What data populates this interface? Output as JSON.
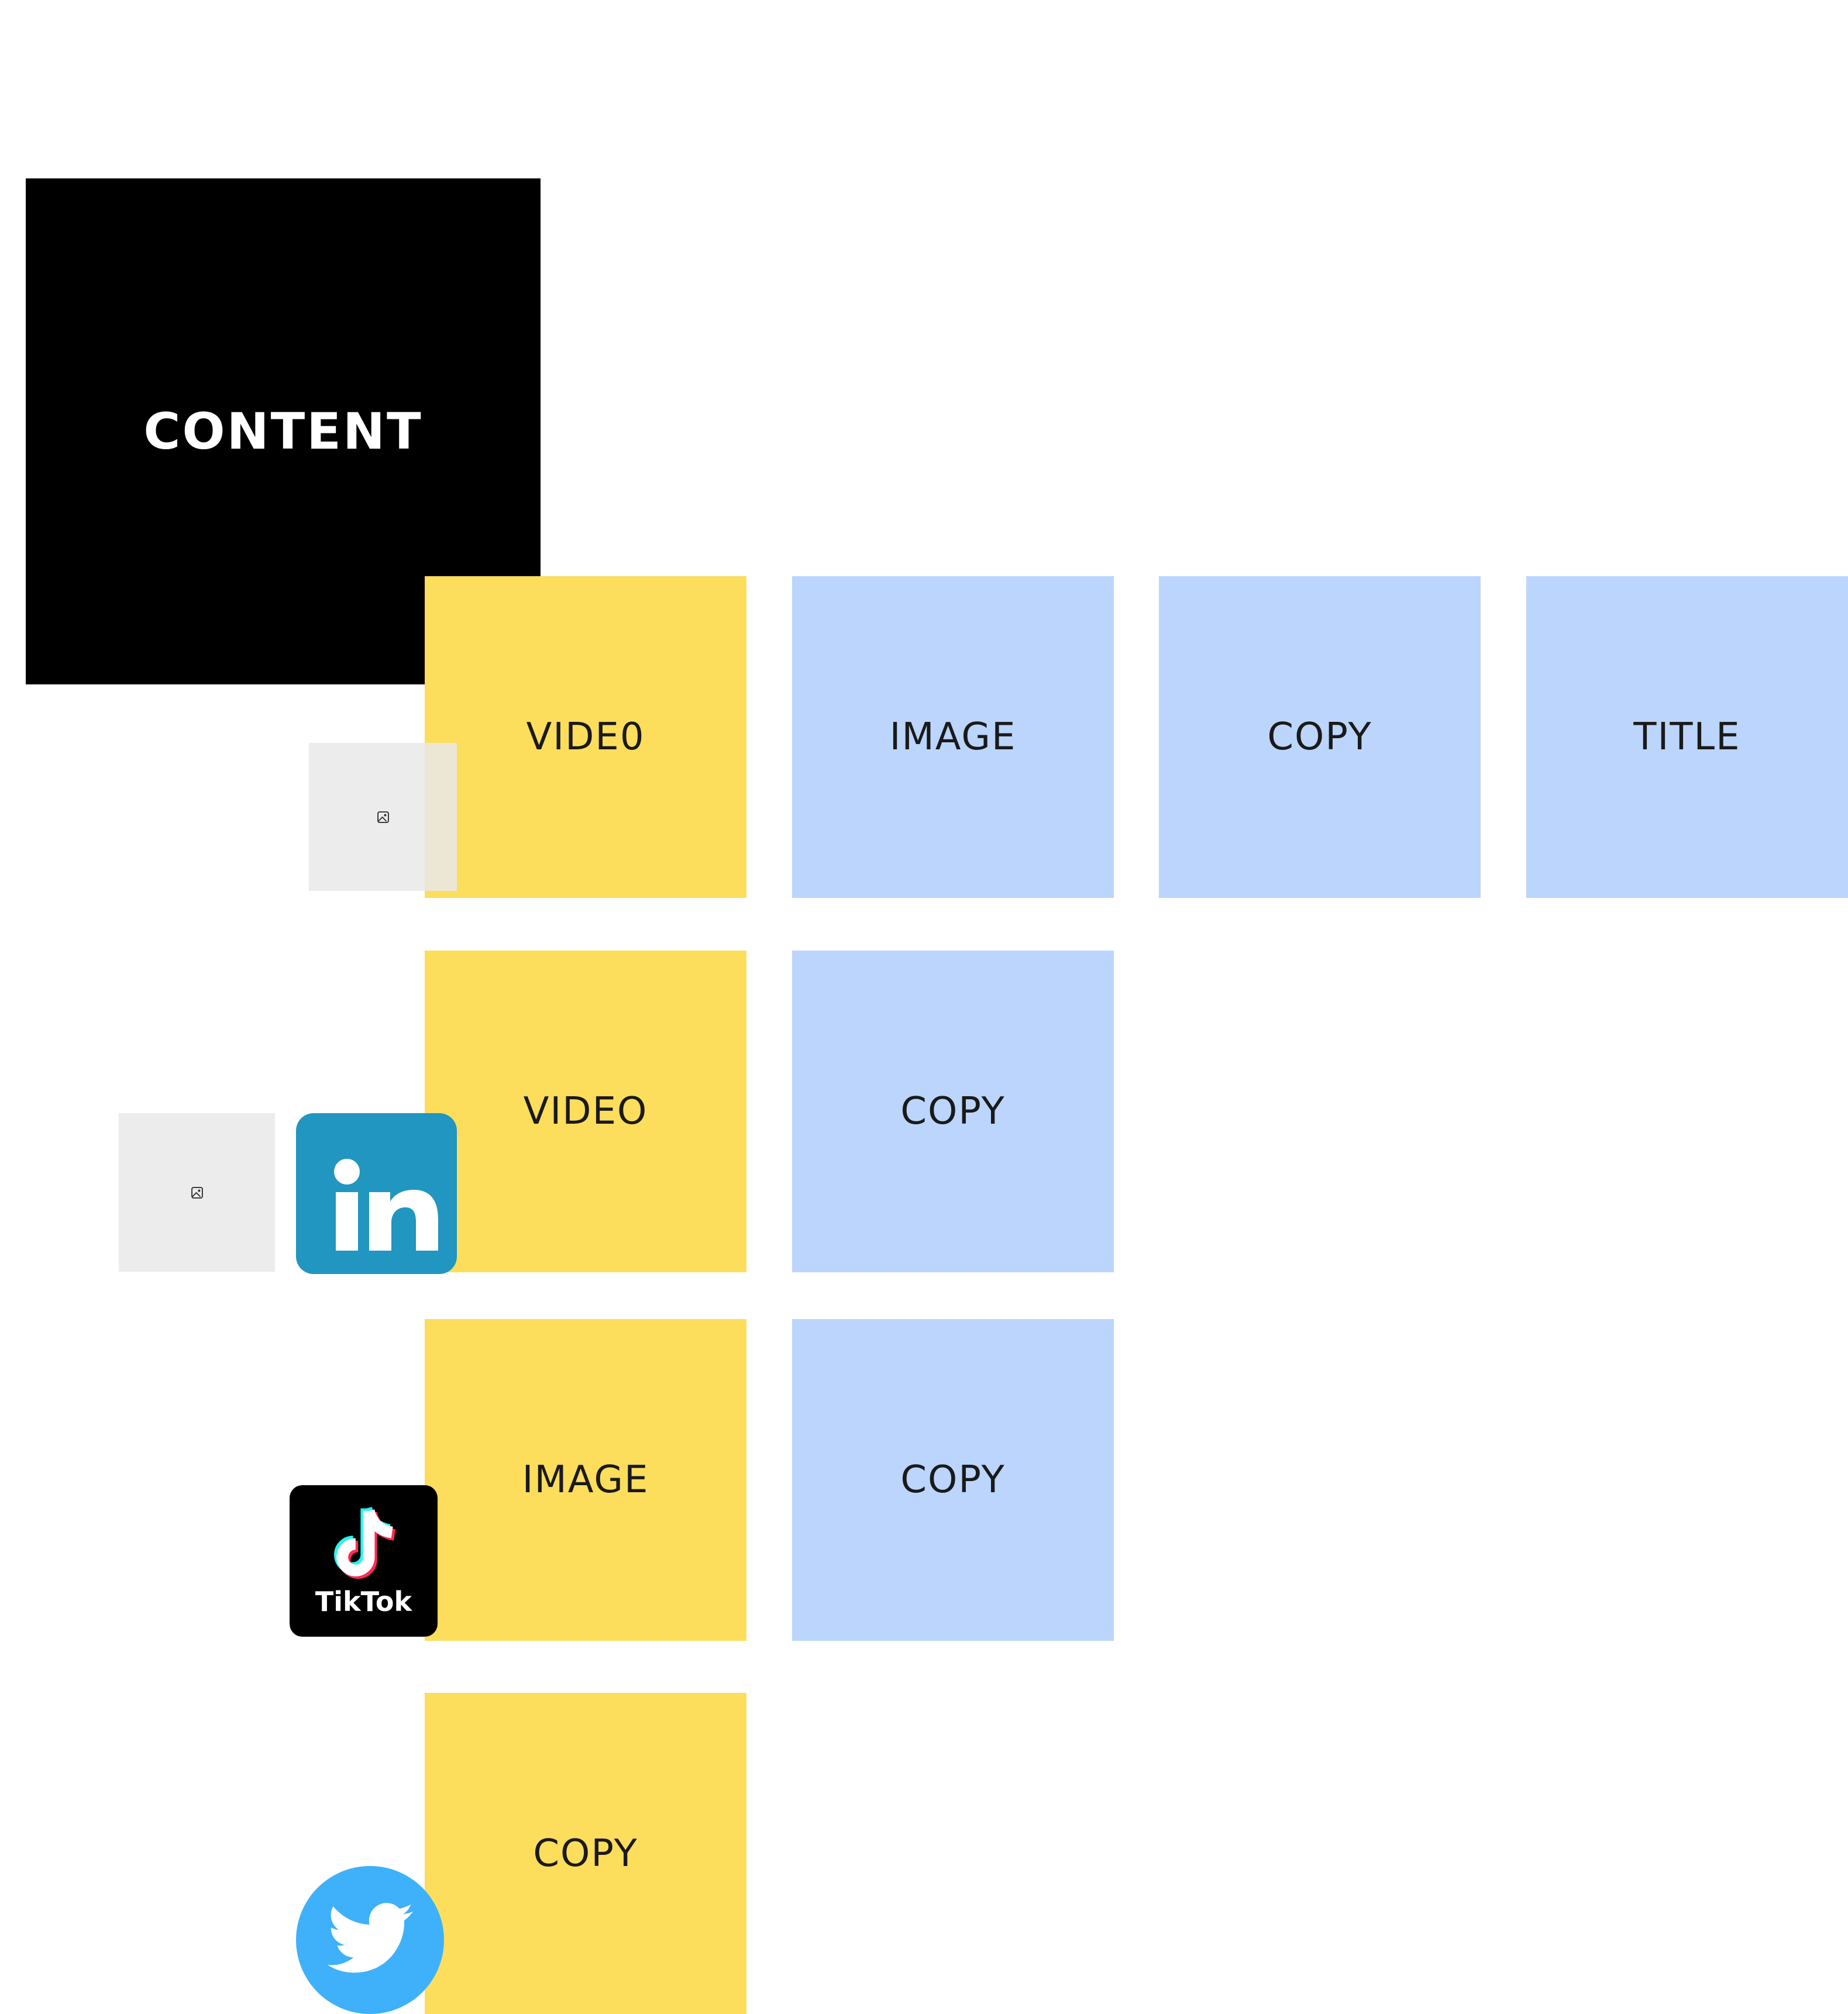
{
  "hub": {
    "label": "CONTENT"
  },
  "rows": [
    {
      "platform": "instagram-placeholder",
      "items": [
        "VIDE0",
        "IMAGE",
        "COPY",
        "TITLE"
      ]
    },
    {
      "platform": "linkedin",
      "items": [
        "VIDEO",
        "COPY"
      ]
    },
    {
      "platform": "tiktok",
      "items": [
        "IMAGE",
        "COPY"
      ]
    },
    {
      "platform": "twitter",
      "items": [
        "COPY"
      ]
    }
  ],
  "icons": {
    "linkedin": {
      "text": "in",
      "color": "#2196C0"
    },
    "tiktok": {
      "text": "TikTok",
      "color": "#000000"
    },
    "twitter": {
      "color": "#3EB1FA"
    }
  },
  "colors": {
    "primary": "#FDDD5C",
    "secondary": "#BBD5FD",
    "hub": "#000000"
  }
}
